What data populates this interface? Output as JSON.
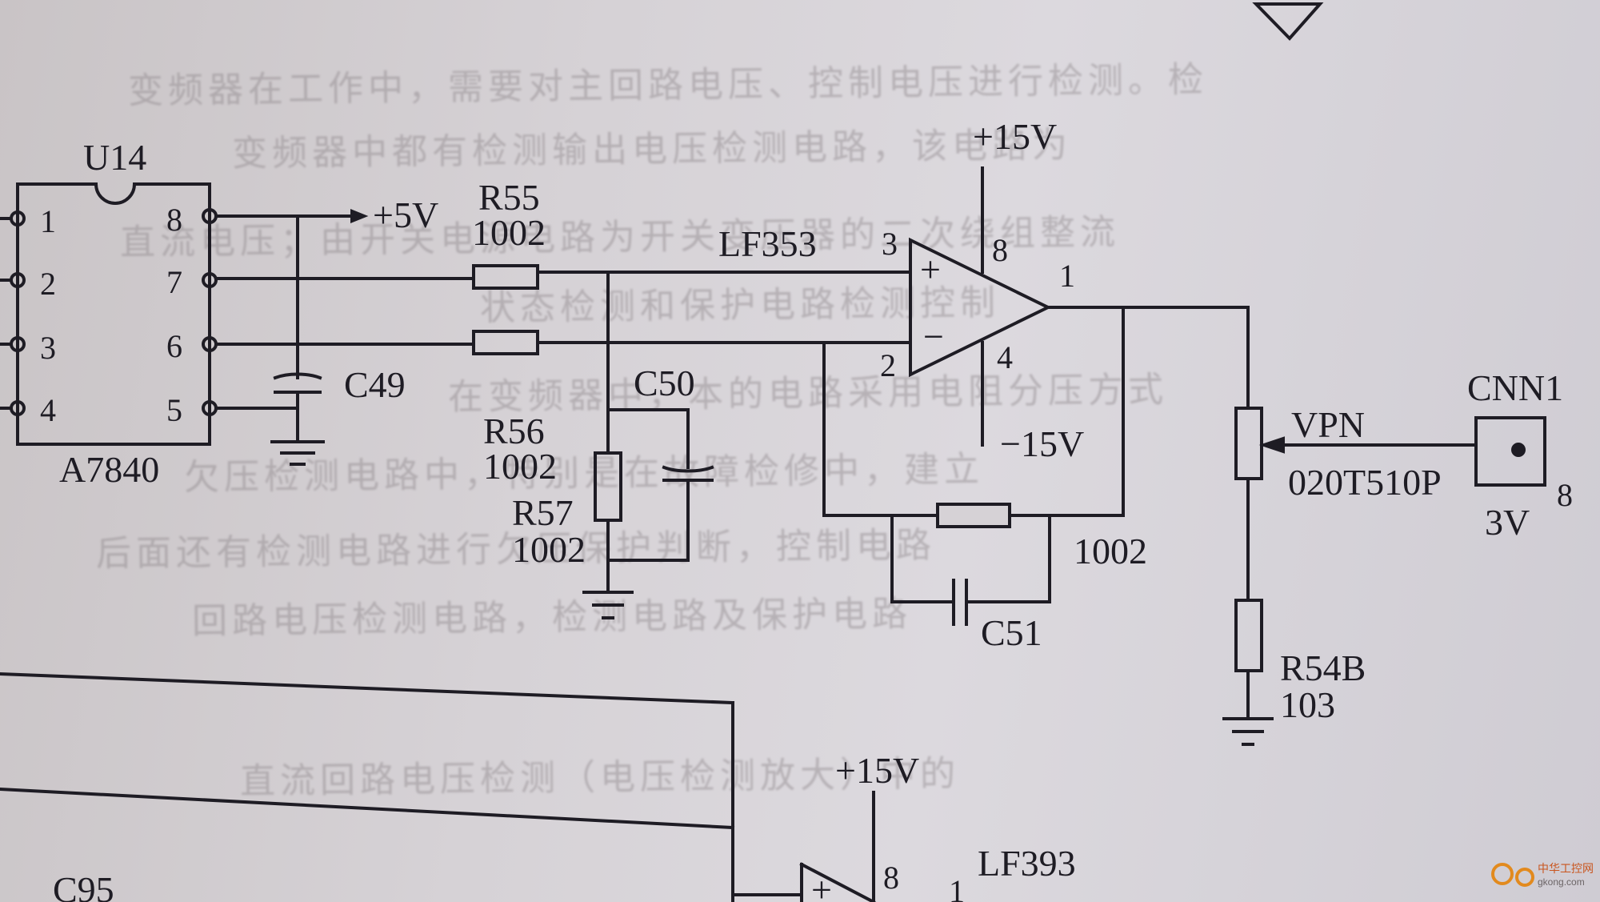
{
  "background_text": [
    "变频器在工作中，需要对主回路电压、控制电压进行检测。检",
    "变频器中都有检测输出电压检测电路，该电路为",
    "直流电压；由开关电源电路为开关变压器的二次绕组整流",
    "状态检测和保护电路检测控制",
    "在变频器中，本的电路采用电阻分压方式",
    "欠压检测电路中，特别是在故障检修中，建立",
    "后面还有检测电路进行欠压保护判断，控制电路",
    "回路电压检测电路，检测电路及保护电路",
    "直流回路电压检测（电压检测放大）中的"
  ],
  "components": {
    "u14": {
      "designator": "U14",
      "part": "A7840",
      "pins_left": [
        "1",
        "2",
        "3",
        "4"
      ],
      "pins_right": [
        "8",
        "7",
        "6",
        "5"
      ]
    },
    "r55": {
      "designator": "R55",
      "value": "1002"
    },
    "r56": {
      "designator": "R56",
      "value": "1002"
    },
    "r57": {
      "designator": "R57",
      "value": "1002"
    },
    "c49": {
      "designator": "C49"
    },
    "c50": {
      "designator": "C50"
    },
    "c51": {
      "designator": "C51"
    },
    "feedback_resistor": {
      "value": "1002"
    },
    "opamp1": {
      "part": "LF353",
      "pins": {
        "noninv": "3",
        "inv": "2",
        "out": "1",
        "vplus": "8",
        "vminus": "4"
      },
      "plus_sign": "+",
      "minus_sign": "−"
    },
    "rpot": {
      "net": "VPN",
      "part": "020T510P"
    },
    "r54b": {
      "designator": "R54B",
      "value": "103"
    },
    "cnn1": {
      "designator": "CNN1",
      "voltage": "3V",
      "pin": "8"
    },
    "opamp2": {
      "part": "LF393",
      "pin8": "8",
      "pin1": "1",
      "plus_sign": "+"
    },
    "c95": {
      "designator": "C95"
    }
  },
  "rails": {
    "plus5": "+5V",
    "plus15_top": "+15V",
    "minus15": "−15V",
    "plus15_bottom": "+15V"
  },
  "watermark": {
    "text": "中华工控网",
    "url": "gkong.com"
  },
  "colors": {
    "ink": "#1e1c24",
    "paper": "#d6d2d6",
    "ghost_text": "#8b8488"
  }
}
